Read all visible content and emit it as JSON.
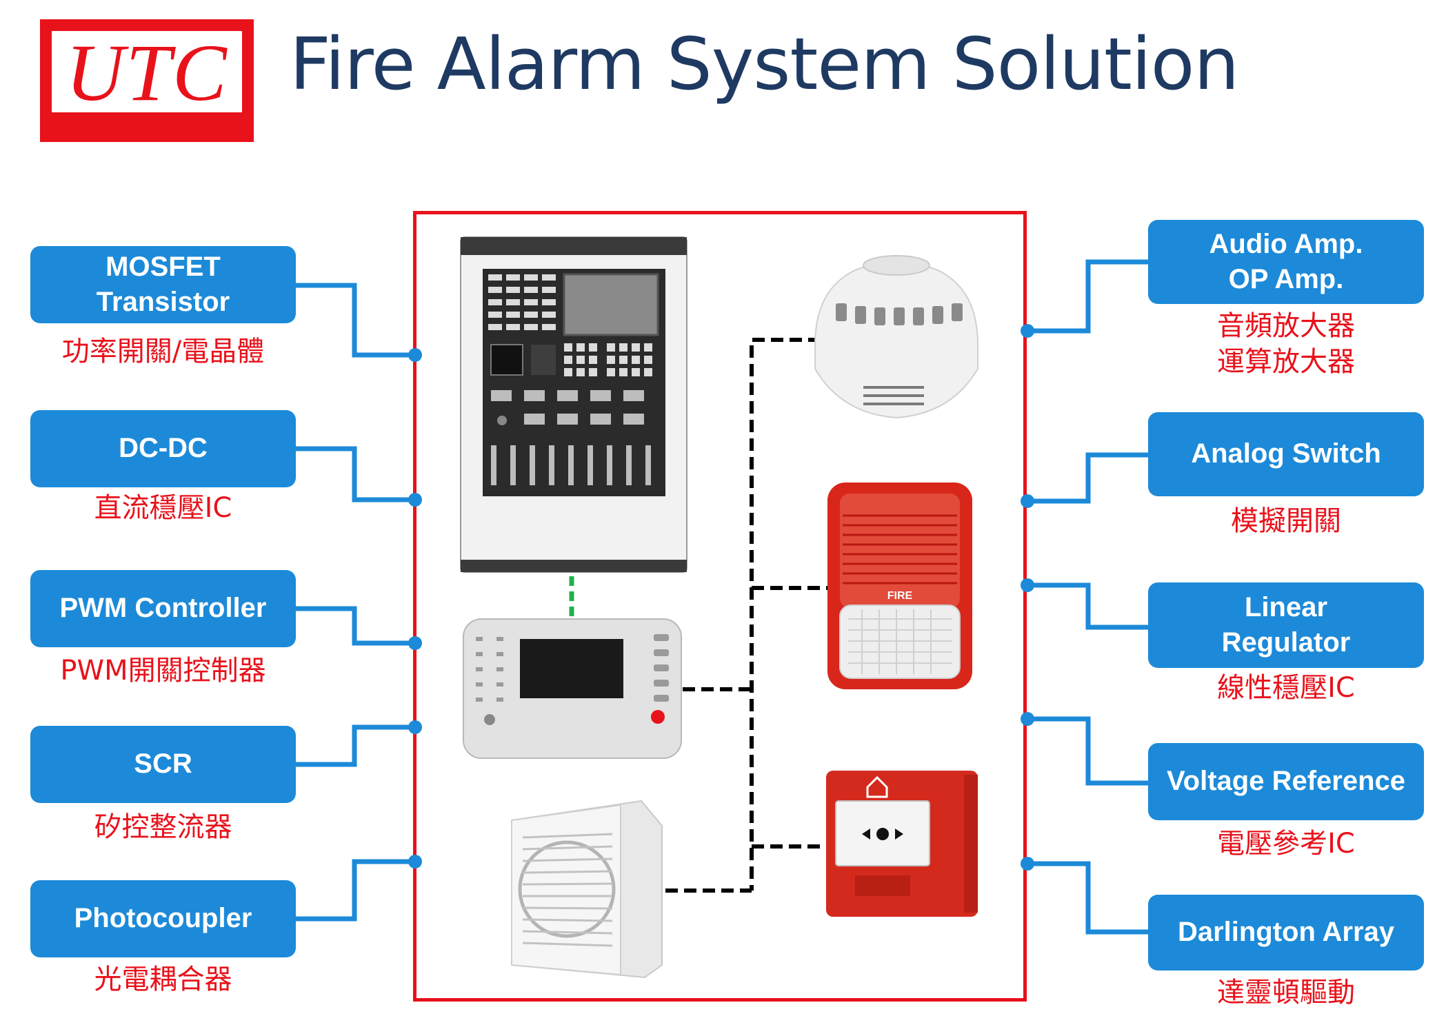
{
  "header": {
    "logo_text": "UTC",
    "title": "Fire Alarm System Solution"
  },
  "colors": {
    "brand_red": "#e8121b",
    "title_navy": "#1f3a62",
    "pill_blue": "#1c8ad8",
    "connector_green": "#22b04b"
  },
  "left_components": [
    {
      "label_lines": [
        "MOSFET",
        "Transistor"
      ],
      "chinese_lines": [
        "功率開關/電晶體"
      ]
    },
    {
      "label_lines": [
        "DC-DC"
      ],
      "chinese_lines": [
        "直流穩壓IC"
      ]
    },
    {
      "label_lines": [
        "PWM Controller"
      ],
      "chinese_lines": [
        "PWM開關控制器"
      ]
    },
    {
      "label_lines": [
        "SCR"
      ],
      "chinese_lines": [
        "矽控整流器"
      ]
    },
    {
      "label_lines": [
        "Photocoupler"
      ],
      "chinese_lines": [
        "光電耦合器"
      ]
    }
  ],
  "right_components": [
    {
      "label_lines": [
        "Audio Amp.",
        "OP Amp."
      ],
      "chinese_lines": [
        "音頻放大器",
        "運算放大器"
      ]
    },
    {
      "label_lines": [
        "Analog Switch"
      ],
      "chinese_lines": [
        "模擬開關"
      ]
    },
    {
      "label_lines": [
        "Linear",
        "Regulator"
      ],
      "chinese_lines": [
        "線性穩壓IC"
      ]
    },
    {
      "label_lines": [
        "Voltage Reference"
      ],
      "chinese_lines": [
        "電壓參考IC"
      ]
    },
    {
      "label_lines": [
        "Darlington Array"
      ],
      "chinese_lines": [
        "達靈頓驅動"
      ]
    }
  ],
  "devices": {
    "sounder_strobe_text": "FIRE",
    "control_panel_icon": "fire-alarm-control-panel-icon",
    "repeater_icon": "repeater-panel-icon",
    "speaker_icon": "wall-speaker-icon",
    "detector_icon": "smoke-detector-icon",
    "sounder_icon": "sounder-strobe-icon",
    "call_point_icon": "manual-call-point-icon"
  }
}
